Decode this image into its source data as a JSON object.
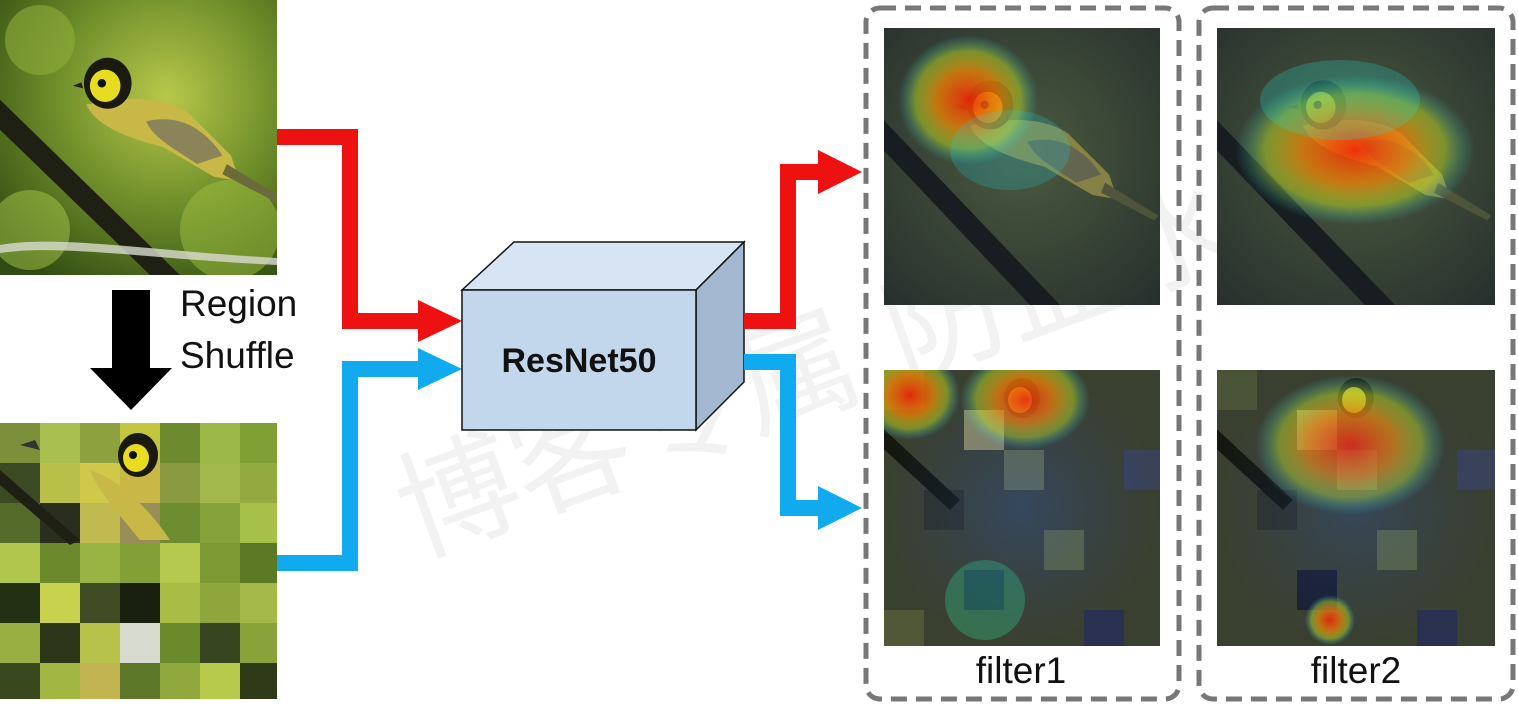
{
  "labels": {
    "region_shuffle_line1": "Region",
    "region_shuffle_line2": "Shuffle",
    "network": "ResNet50",
    "filter1": "filter1",
    "filter2": "filter2"
  },
  "colors": {
    "red_path": "#ee1111",
    "blue_path": "#11aaee",
    "box_front": "#c3d7ec",
    "box_top": "#d6e4f3",
    "box_side": "#a3b8d0",
    "panel_dash": "#777777"
  },
  "icons": {
    "down_arrow": "down-arrow-icon"
  }
}
